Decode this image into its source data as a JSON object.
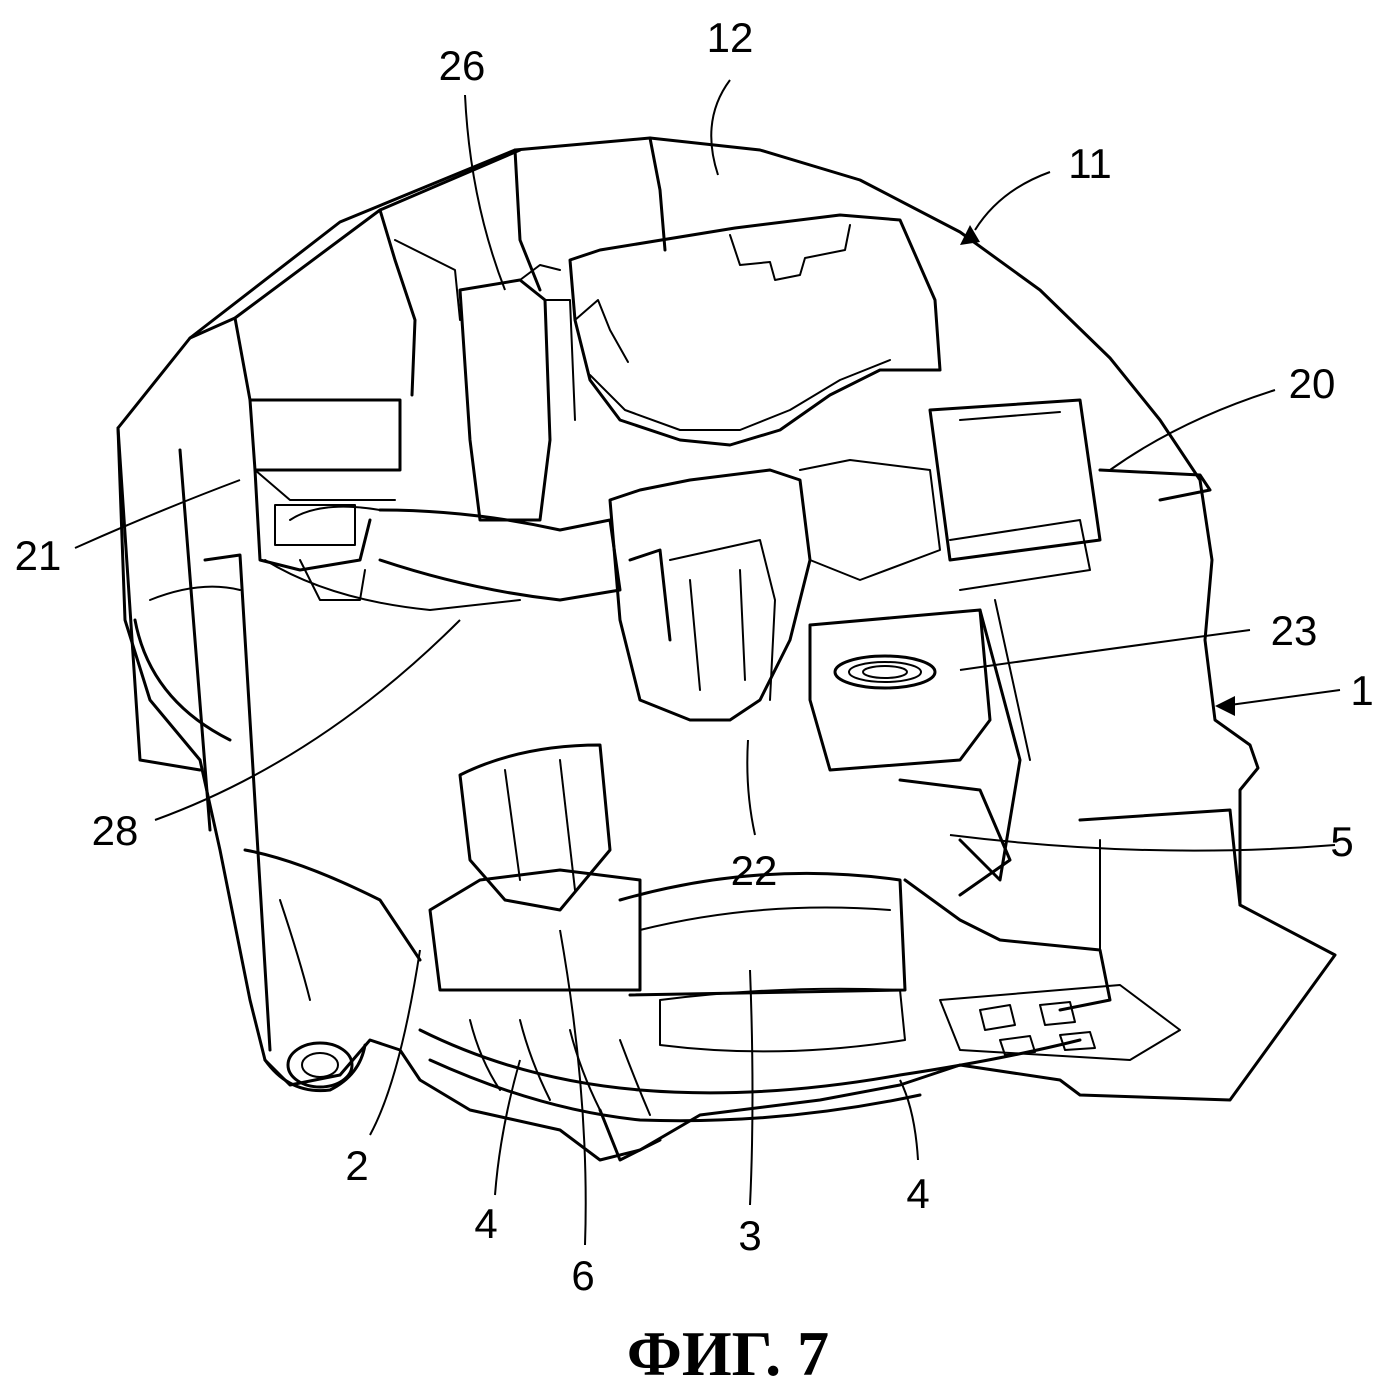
{
  "figure": {
    "caption": "ФИГ. 7",
    "labels": {
      "l12": "12",
      "l26": "26",
      "l11": "11",
      "l20": "20",
      "l21": "21",
      "l23": "23",
      "l1": "1",
      "l28": "28",
      "l22": "22",
      "l5": "5",
      "l2": "2",
      "l4a": "4",
      "l6": "6",
      "l3": "3",
      "l4b": "4"
    }
  }
}
